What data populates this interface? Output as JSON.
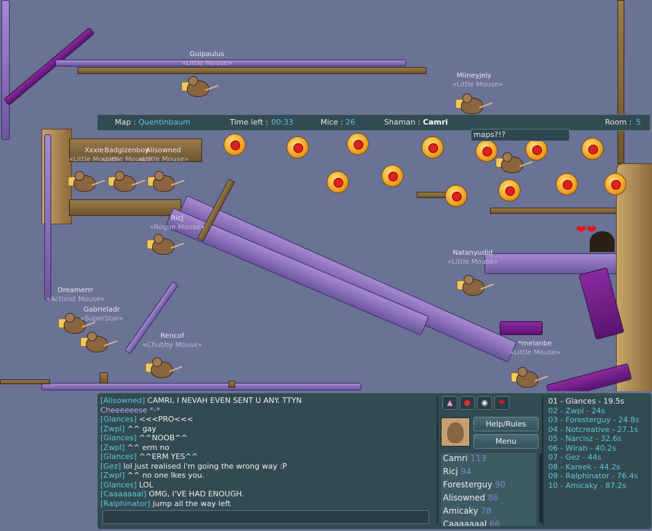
{
  "hud": {
    "map_label": "Map :",
    "map_value": "Quentinbaum",
    "time_label": "Time left :",
    "time_value": "00:33",
    "mice_label": "Mice :",
    "mice_value": "26",
    "shaman_label": "Shaman :",
    "shaman_value": "Camri",
    "room_label": "Room :",
    "room_value": "5"
  },
  "bubble_text": "maps?!?",
  "players_in_scene": [
    {
      "name": "Guipaulus",
      "title": "«Little Mouse»"
    },
    {
      "name": "Miineyjely",
      "title": "«Little Mouse»"
    },
    {
      "name": "Xxxie",
      "title": "«Little Mouse»"
    },
    {
      "name": "Badgizenboy",
      "title": "«Little Mouse»"
    },
    {
      "name": "Alisowned",
      "title": "«Little Mouse»"
    },
    {
      "name": "Ricj",
      "title": "«Rogue Mouse»"
    },
    {
      "name": "Dreamerrr",
      "title": "«Activist Mouse»"
    },
    {
      "name": "Gabrieladr",
      "title": "«SuperStar»"
    },
    {
      "name": "Rencof",
      "title": "«Chubby Mouse»"
    },
    {
      "name": "Natanyudid",
      "title": "«Little Mouse»"
    },
    {
      "name": "*melanbe",
      "title": "«Little Mouse»"
    }
  ],
  "chat": [
    {
      "user": "[Alisowned]",
      "msg": "CAMRI, I NEVAH EVEN SENT U ANY. TTYN"
    },
    {
      "user": "",
      "msg": "Cheeeeeese *-*",
      "colored": true
    },
    {
      "user": "[Glances]",
      "msg": "<<<PRO<<<"
    },
    {
      "user": "[Zwpl]",
      "msg": "^^ gay"
    },
    {
      "user": "[Glances]",
      "msg": "^^NOOB^^"
    },
    {
      "user": "[Zwpl]",
      "msg": "^^ erm no"
    },
    {
      "user": "[Glances]",
      "msg": "^^ERM YES^^"
    },
    {
      "user": "[Gez]",
      "msg": "lol just realised i'm going the wrong way :P"
    },
    {
      "user": "[Zwpl]",
      "msg": "^^ no one lkes you."
    },
    {
      "user": "[Glances]",
      "msg": "LOL"
    },
    {
      "user": "[Caaaaaaal]",
      "msg": "OMG, I'VE HAD ENOUGH."
    },
    {
      "user": "[Ralphinator]",
      "msg": "jump all the way left"
    }
  ],
  "buttons": {
    "help": "Help/Rules",
    "menu": "Menu"
  },
  "icons": [
    "dress-icon",
    "shaman-icon",
    "mouse-face-icon",
    "heart-icon"
  ],
  "player_list": [
    {
      "name": "Camri",
      "score": "113"
    },
    {
      "name": "Ricj",
      "score": "94"
    },
    {
      "name": "Foresterguy",
      "score": "90"
    },
    {
      "name": "Alisowned",
      "score": "86"
    },
    {
      "name": "Amicaky",
      "score": "78"
    },
    {
      "name": "Caaaaaaal",
      "score": "66"
    }
  ],
  "rankings": [
    "01 - Glances - 19.5s",
    "02 - Zwpl - 24s",
    "03 - Foresterguy - 24.8s",
    "04 - Notcreative - 27.1s",
    "05 - Narcisz - 32.6s",
    "06 - Wirah - 40.2s",
    "07 - Gez - 44s",
    "08 - Kareek - 44.2s",
    "09 - Ralphinator - 76.4s",
    "10 - Amicaky - 87.2s"
  ],
  "colors": {
    "hud_bg": "#324a52",
    "accent_cyan": "#5ec8d8",
    "sky": "#6a7296"
  }
}
